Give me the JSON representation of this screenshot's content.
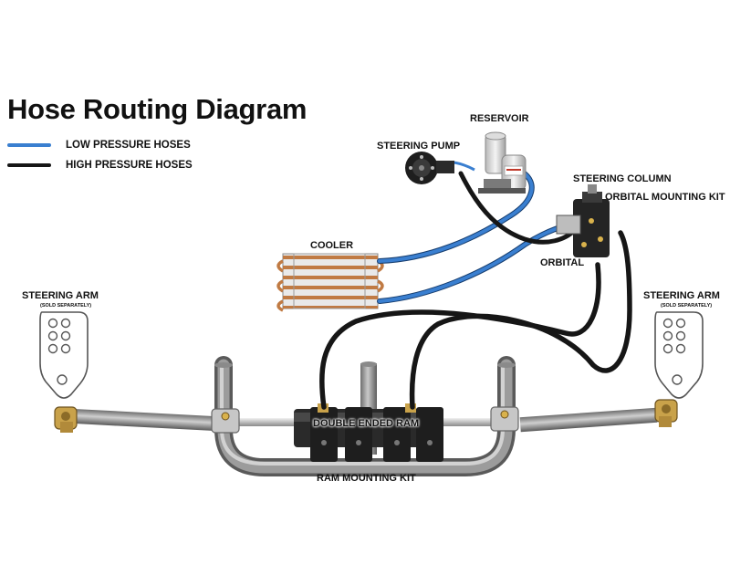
{
  "title": "Hose Routing Diagram",
  "legend": {
    "low": {
      "label": "LOW PRESSURE HOSES",
      "color": "#3a7fd0"
    },
    "high": {
      "label": "HIGH PRESSURE HOSES",
      "color": "#161616"
    }
  },
  "labels": {
    "reservoir": "RESERVOIR",
    "steering_pump": "STEERING PUMP",
    "steering_column": "STEERING COLUMN",
    "orbital_mounting_kit": "ORBITAL MOUNTING KIT",
    "orbital": "ORBITAL",
    "cooler": "COOLER",
    "steering_arm_left": "STEERING ARM",
    "steering_arm_left_note": "(SOLD SEPARATELY)",
    "steering_arm_right": "STEERING ARM",
    "steering_arm_right_note": "(SOLD SEPARATELY)",
    "double_ended_ram": "DOUBLE ENDED RAM",
    "ram_mounting_kit": "RAM MOUNTING KIT"
  }
}
